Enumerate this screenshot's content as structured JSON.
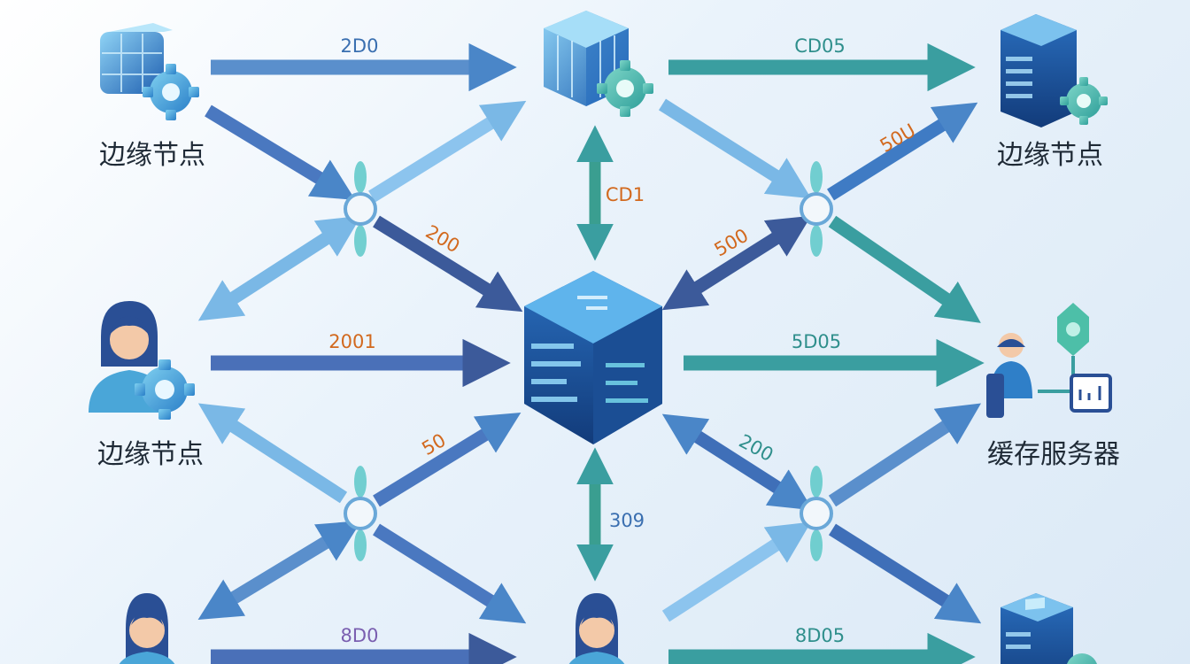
{
  "colors": {
    "blue_arrow": "#4a86c8",
    "light_arrow": "#7ab8e6",
    "teal_arrow": "#3a9ea0",
    "dark_arrow": "#3c5a9a",
    "orange_text": "#d2691e",
    "teal_text": "#2f8f8c",
    "blue_text": "#3a6fb0",
    "purple_text": "#7a5fb0",
    "hub_fill": "#f2f7fb",
    "hub_stroke": "#6aa8d8",
    "fin": "#5cc8c8"
  },
  "nodes": {
    "top_left_label": "边缘节点",
    "top_right_label": "边缘节点",
    "mid_left_label": "边缘节点",
    "cache_label": "缓存服务器"
  },
  "edges": {
    "top_left_to_top_mid": "2D0",
    "top_mid_to_top_right": "CD05",
    "hub_tr_to_top_right": "50U",
    "top_mid_vertical": "CD1",
    "hub_tl_to_center": "200",
    "hub_tr_to_center": "500",
    "mid_left_to_center": "2001",
    "center_to_cache": "5D05",
    "mid_left_lower_to_center": "50",
    "center_to_hub_br": "200",
    "center_vertical_bottom": "309",
    "bottom_left_to_bottom_mid": "8D0",
    "bottom_mid_to_bottom_right": "8D05"
  }
}
